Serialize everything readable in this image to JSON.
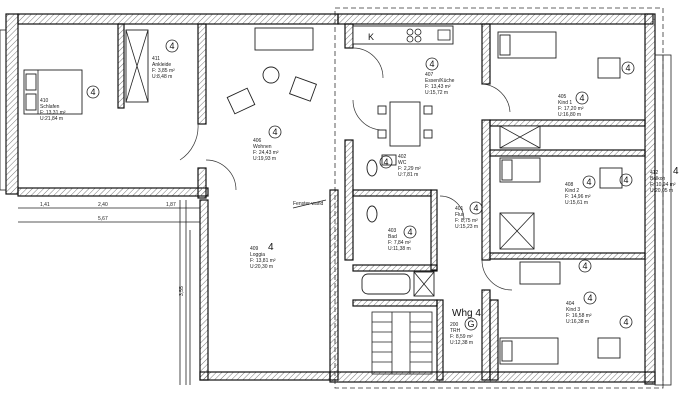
{
  "rooms": {
    "schlafen": {
      "code": "410",
      "name": "Schlafen",
      "area": "F: 13,31 m²",
      "perimeter": "U:21,84 m",
      "unit": "4"
    },
    "ankleide": {
      "code": "411",
      "name": "Ankleide",
      "area": "F: 3,85 m²",
      "perimeter": "U:8,48 m",
      "unit": "4"
    },
    "wohnen": {
      "code": "406",
      "name": "Wohnen",
      "area": "F: 24,43 m²",
      "perimeter": "U:19,93 m",
      "unit": "4"
    },
    "essen_kueche": {
      "code": "407",
      "name": "Essen/Küche",
      "area": "F: 13,43 m²",
      "perimeter": "U:15,72 m",
      "unit": "4"
    },
    "kind1": {
      "code": "405",
      "name": "Kind 1",
      "area": "F: 17,20 m²",
      "perimeter": "U:16,80 m",
      "unit": "4"
    },
    "wc": {
      "code": "402",
      "name": "WC",
      "area": "F: 2,29 m²",
      "perimeter": "U:7,81 m",
      "unit": "4"
    },
    "flur": {
      "code": "401",
      "name": "Flur",
      "area": "F: 8,75 m²",
      "perimeter": "U:15,23 m",
      "unit": "4"
    },
    "bad": {
      "code": "403",
      "name": "Bad",
      "area": "F: 7,84 m²",
      "perimeter": "U:11,38 m",
      "unit": "4"
    },
    "kind2": {
      "code": "408",
      "name": "Kind 2",
      "area": "F: 14,96 m²",
      "perimeter": "U:15,61 m",
      "unit": "4"
    },
    "loggia": {
      "code": "409",
      "name": "Loggia",
      "area": "F: 13,81 m²",
      "perimeter": "U:20,30 m",
      "unit": "4"
    },
    "balkon": {
      "code": "412",
      "name": "Balkon",
      "area": "F: 10,94 m²",
      "perimeter": "U:20,05 m",
      "unit": "4"
    },
    "kind3": {
      "code": "404",
      "name": "Kind 3",
      "area": "F: 16,58 m²",
      "perimeter": "U:16,38 m",
      "unit": "4"
    },
    "treppe": {
      "code": "200",
      "name": "TRH",
      "area": "F: 8,59 m²",
      "perimeter": "U:12,38 m",
      "unit": "G"
    }
  },
  "labels": {
    "apartment": "Whg 4",
    "fensterwand": "Fenster wand",
    "kitchen_k": "K"
  },
  "dimensions": {
    "d1": "1,41",
    "d2": "2,40",
    "d3": "1,87",
    "d4": "5,67",
    "side": "3,55"
  }
}
